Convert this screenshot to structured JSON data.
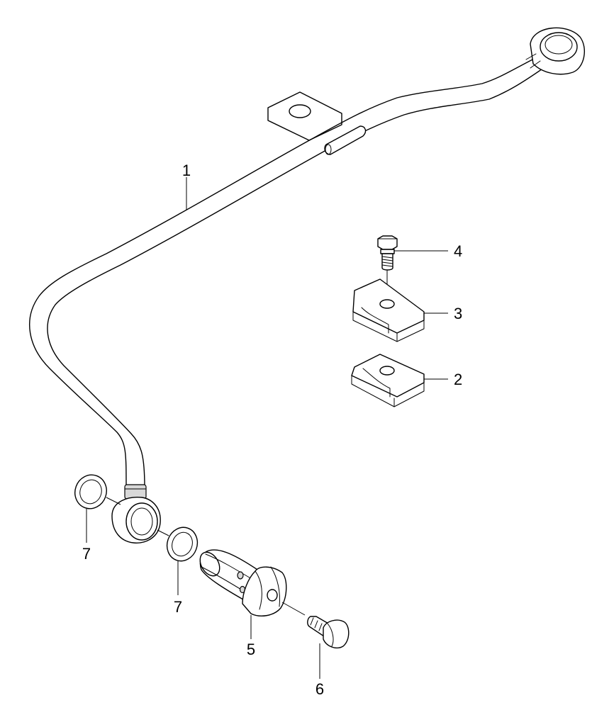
{
  "diagram": {
    "callouts": [
      {
        "id": "pipe",
        "number": "1"
      },
      {
        "id": "clamp-lower",
        "number": "2"
      },
      {
        "id": "clamp-upper",
        "number": "3"
      },
      {
        "id": "clamp-bolt",
        "number": "4"
      },
      {
        "id": "banjo-bolt",
        "number": "5"
      },
      {
        "id": "bleed-screw",
        "number": "6"
      },
      {
        "id": "washer-left",
        "number": "7"
      },
      {
        "id": "washer-right",
        "number": "7"
      }
    ]
  }
}
